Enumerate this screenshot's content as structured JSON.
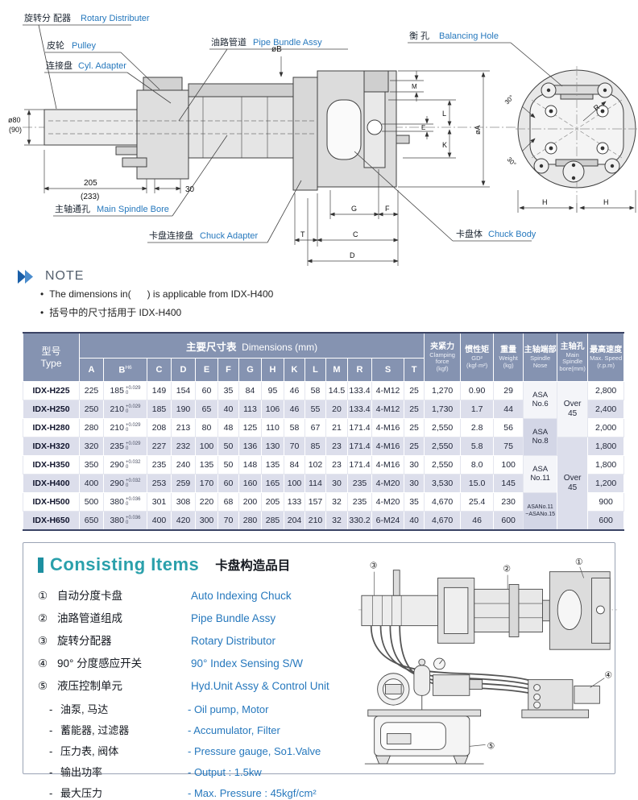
{
  "drawing": {
    "callouts": {
      "rotary_cn": "旋转分 配器",
      "rotary_en": "Rotary Distributer",
      "pulley_cn": "皮轮",
      "pulley_en": "Pulley",
      "cyl_adapter_cn": "连接盘",
      "cyl_adapter_en": "Cyl. Adapter",
      "pipe_cn": "油路管道",
      "pipe_en": "Pipe Bundle Assy",
      "balancing_cn": "衡 孔",
      "balancing_en": "Balancing Hole",
      "spindle_bore_cn": "主轴通孔",
      "spindle_bore_en": "Main Spindle Bore",
      "chuck_adapter_cn": "卡盘连接盘",
      "chuck_adapter_en": "Chuck Adapter",
      "chuck_body_cn": "卡盘体",
      "chuck_body_en": "Chuck Body"
    },
    "dims": {
      "dia80": "ø80",
      "dia90": "(90)",
      "len205": "205",
      "len233": "(233)",
      "len30": "30",
      "diaB": "øB",
      "diaA": "øA",
      "M": "M",
      "L": "L",
      "E": "E",
      "K": "K",
      "G": "G",
      "F": "F",
      "T": "T",
      "C": "C",
      "D": "D",
      "H": "H",
      "R": "R",
      "ang30": "30°"
    }
  },
  "note": {
    "title": "NOTE",
    "line1": "The dimensions in(      ) is applicable from IDX-H400",
    "line2": "括号中的尺寸括用于 IDX-H400"
  },
  "table": {
    "col_type_cn": "型号",
    "col_type_en": "Type",
    "dims_header_cn": "主要尺寸表",
    "dims_header_en": "Dimensions (mm)",
    "dim_cols": [
      "A",
      "B",
      "C",
      "D",
      "E",
      "F",
      "G",
      "H",
      "K",
      "L",
      "M",
      "R",
      "S",
      "T"
    ],
    "b_sup": "H6",
    "extra_cols": [
      {
        "cn": "夹紧力",
        "en": "Clamping force",
        "unit": "(kgf)"
      },
      {
        "cn": "惯性矩",
        "en": "GD²",
        "unit": "(kgf·m²)"
      },
      {
        "cn": "重量",
        "en": "Weight",
        "unit": "(kg)"
      },
      {
        "cn": "主轴端部",
        "en": "Spindle Nose",
        "unit": ""
      },
      {
        "cn": "主轴孔",
        "en": "Main Spindle bore(mm)",
        "unit": ""
      },
      {
        "cn": "最高速度",
        "en": "Max. Speed",
        "unit": "(r.p.m)"
      }
    ],
    "rows": [
      {
        "type": "IDX-H225",
        "a": "225",
        "b": "185",
        "btol_top": "+0.029",
        "btol_bot": "0",
        "c": "149",
        "d": "154",
        "e": "60",
        "f": "35",
        "g": "84",
        "h": "95",
        "k": "46",
        "l": "58",
        "m": "14.5",
        "r": "133.4",
        "s": "4-M12",
        "t": "25",
        "clamp": "1,270",
        "gd2": "0.90",
        "weight": "29",
        "speed": "2,800"
      },
      {
        "type": "IDX-H250",
        "a": "250",
        "b": "210",
        "btol_top": "+0.029",
        "btol_bot": "0",
        "c": "185",
        "d": "190",
        "e": "65",
        "f": "40",
        "g": "113",
        "h": "106",
        "k": "46",
        "l": "55",
        "m": "20",
        "r": "133.4",
        "s": "4-M12",
        "t": "25",
        "clamp": "1,730",
        "gd2": "1.7",
        "weight": "44",
        "speed": "2,400"
      },
      {
        "type": "IDX-H280",
        "a": "280",
        "b": "210",
        "btol_top": "+0.029",
        "btol_bot": "0",
        "c": "208",
        "d": "213",
        "e": "80",
        "f": "48",
        "g": "125",
        "h": "110",
        "k": "58",
        "l": "67",
        "m": "21",
        "r": "171.4",
        "s": "4-M16",
        "t": "25",
        "clamp": "2,550",
        "gd2": "2.8",
        "weight": "56",
        "speed": "2,000"
      },
      {
        "type": "IDX-H320",
        "a": "320",
        "b": "235",
        "btol_top": "+0.029",
        "btol_bot": "0",
        "c": "227",
        "d": "232",
        "e": "100",
        "f": "50",
        "g": "136",
        "h": "130",
        "k": "70",
        "l": "85",
        "m": "23",
        "r": "171.4",
        "s": "4-M16",
        "t": "25",
        "clamp": "2,550",
        "gd2": "5.8",
        "weight": "75",
        "speed": "1,800"
      },
      {
        "type": "IDX-H350",
        "a": "350",
        "b": "290",
        "btol_top": "+0.032",
        "btol_bot": "0",
        "c": "235",
        "d": "240",
        "e": "135",
        "f": "50",
        "g": "148",
        "h": "135",
        "k": "84",
        "l": "102",
        "m": "23",
        "r": "171.4",
        "s": "4-M16",
        "t": "30",
        "clamp": "2,550",
        "gd2": "8.0",
        "weight": "100",
        "speed": "1,800"
      },
      {
        "type": "IDX-H400",
        "a": "400",
        "b": "290",
        "btol_top": "+0.032",
        "btol_bot": "0",
        "c": "253",
        "d": "259",
        "e": "170",
        "f": "60",
        "g": "160",
        "h": "165",
        "k": "100",
        "l": "114",
        "m": "30",
        "r": "235",
        "s": "4-M20",
        "t": "30",
        "clamp": "3,530",
        "gd2": "15.0",
        "weight": "145",
        "speed": "1,200"
      },
      {
        "type": "IDX-H500",
        "a": "500",
        "b": "380",
        "btol_top": "+0.036",
        "btol_bot": "0",
        "c": "301",
        "d": "308",
        "e": "220",
        "f": "68",
        "g": "200",
        "h": "205",
        "k": "133",
        "l": "157",
        "m": "32",
        "r": "235",
        "s": "4-M20",
        "t": "35",
        "clamp": "4,670",
        "gd2": "25.4",
        "weight": "230",
        "speed": "900"
      },
      {
        "type": "IDX-H650",
        "a": "650",
        "b": "380",
        "btol_top": "+0.036",
        "btol_bot": "0",
        "c": "400",
        "d": "420",
        "e": "300",
        "f": "70",
        "g": "280",
        "h": "285",
        "k": "204",
        "l": "210",
        "m": "32",
        "r": "330.2",
        "s": "6-M24",
        "t": "40",
        "clamp": "4,670",
        "gd2": "46",
        "weight": "600",
        "speed": "600"
      }
    ],
    "spindle_nose_groups": [
      {
        "lines": [
          "ASA",
          "No.6"
        ],
        "rows": 2,
        "small": false
      },
      {
        "lines": [
          "ASA",
          "No.8"
        ],
        "rows": 2,
        "small": false
      },
      {
        "lines": [
          "ASA",
          "No.11"
        ],
        "rows": 2,
        "small": false
      },
      {
        "lines": [
          "ASANo.11",
          "~ASANo.15"
        ],
        "rows": 2,
        "small": true
      }
    ],
    "bore_groups": [
      {
        "lines": [
          "Over",
          "45"
        ],
        "rows": 3
      },
      {
        "lines": [
          "Over",
          "45"
        ],
        "rows": 5
      }
    ]
  },
  "consisting": {
    "title_en": "Consisting Items",
    "title_cn": "卡盘构造品目",
    "dash": "-",
    "items": [
      {
        "num": "①",
        "cn": "自动分度卡盘",
        "en": "Auto Indexing Chuck"
      },
      {
        "num": "②",
        "cn": "油路管道组成",
        "en": "Pipe Bundle Assy"
      },
      {
        "num": "③",
        "cn": "旋转分配器",
        "en": "Rotary Distributor"
      },
      {
        "num": "④",
        "cn": "90° 分度感应开关",
        "en": "90° Index Sensing S/W"
      },
      {
        "num": "⑤",
        "cn": "液压控制单元",
        "en": "Hyd.Unit Assy & Control Unit"
      }
    ],
    "subitems": [
      {
        "cn": "油泵, 马达",
        "en": "- Oil pump, Motor"
      },
      {
        "cn": "蓄能器, 过滤器",
        "en": "- Accumulator, Filter"
      },
      {
        "cn": "压力表, 阀体",
        "en": "- Pressure gauge, So1.Valve"
      },
      {
        "cn": "输出功率",
        "en": "- Output : 1.5kw"
      },
      {
        "cn": "最大压力",
        "en": "- Max. Pressure : 45kgf/cm²"
      }
    ]
  }
}
